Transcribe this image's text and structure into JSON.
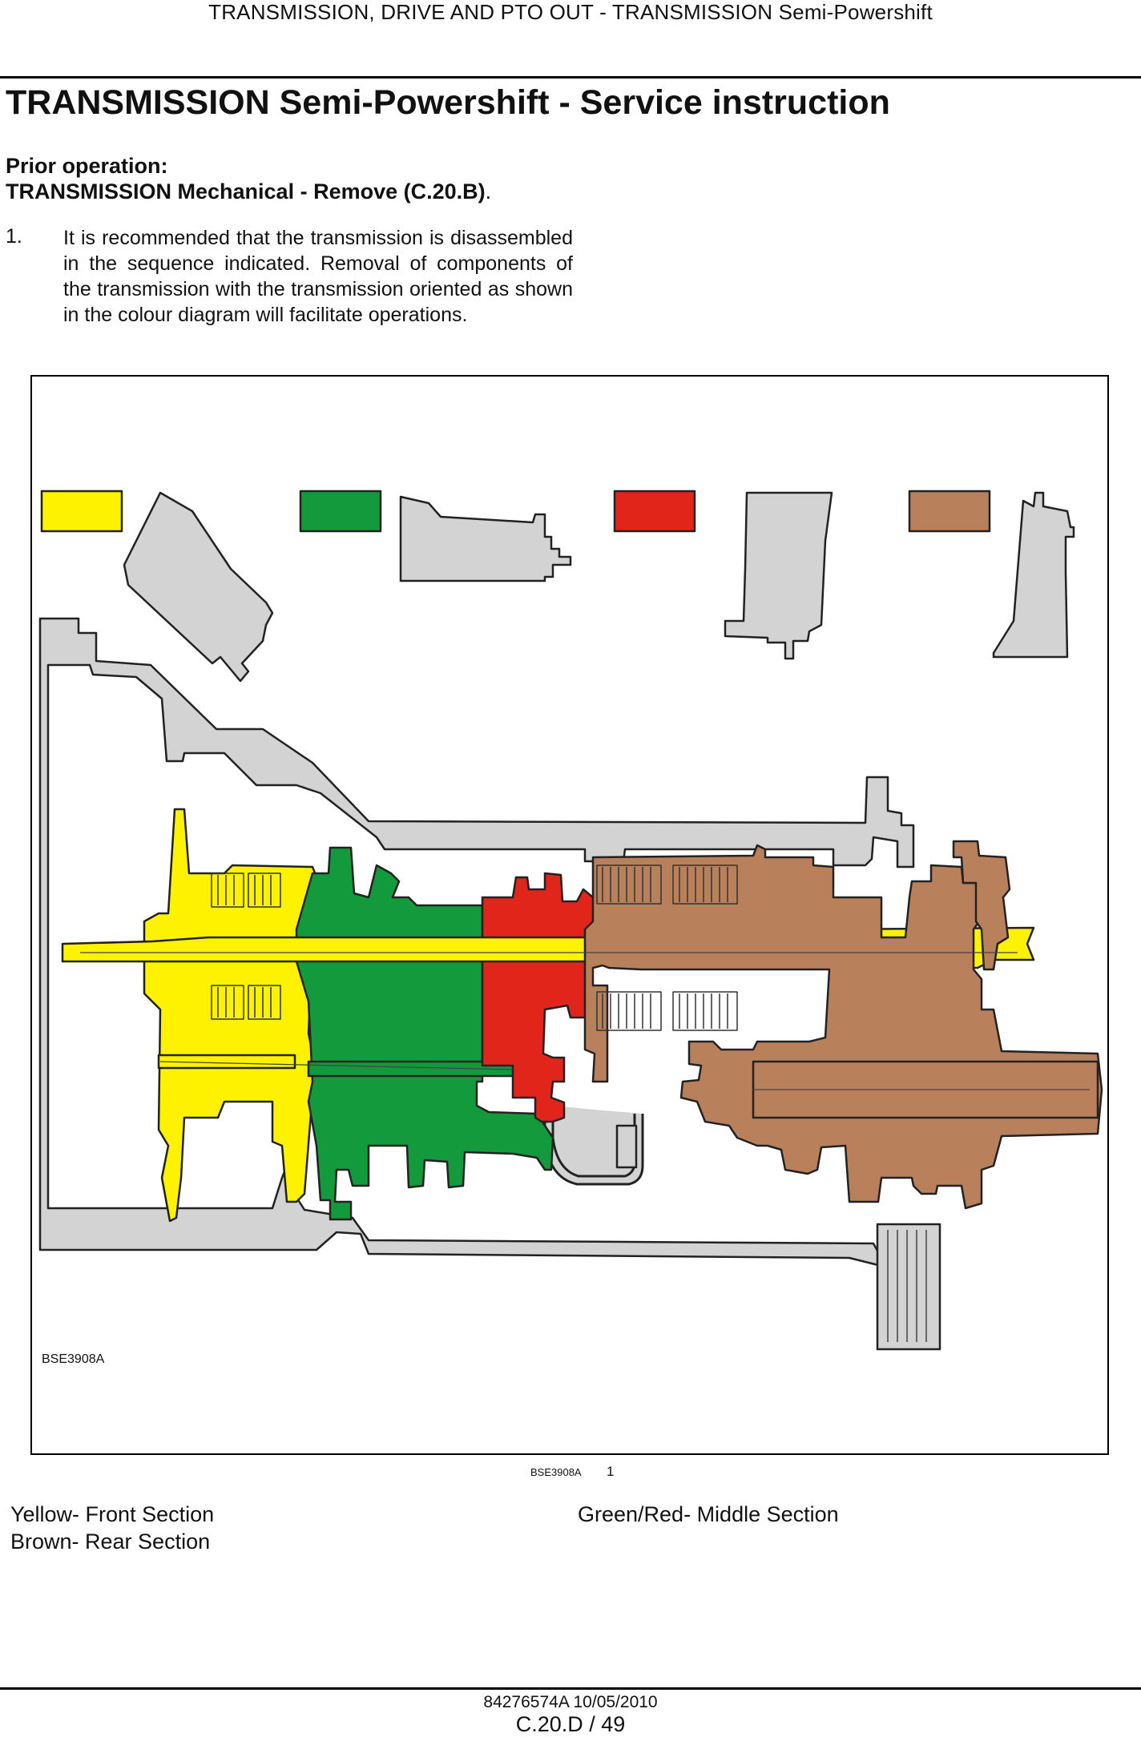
{
  "header": {
    "running_title": "TRANSMISSION, DRIVE AND PTO OUT - TRANSMISSION Semi-Powershift"
  },
  "title": "TRANSMISSION Semi-Powershift - Service instruction",
  "prior_operation": {
    "heading": "Prior operation:",
    "reference": "TRANSMISSION Mechanical - Remove (C.20.B)",
    "reference_suffix": "."
  },
  "steps": [
    {
      "number": "1.",
      "text": "It is recommended that the transmission is disassembled in the sequence indicated. Removal of components of the transmission with the transmission oriented as shown in the colour diagram will facilitate operations."
    }
  ],
  "figure": {
    "code_inside": "BSE3908A",
    "caption_code": "BSE3908A",
    "caption_number": "1",
    "colors": {
      "yellow": "#fff200",
      "green": "#129a3c",
      "red": "#e1251b",
      "brown": "#b9805c",
      "housing": "#d3d3d3"
    }
  },
  "legend": {
    "front": "Yellow- Front Section",
    "rear": "Brown- Rear Section",
    "middle": "Green/Red- Middle Section"
  },
  "footer": {
    "doc_ref": "84276574A 10/05/2010",
    "page_ref": "C.20.D / 49"
  }
}
